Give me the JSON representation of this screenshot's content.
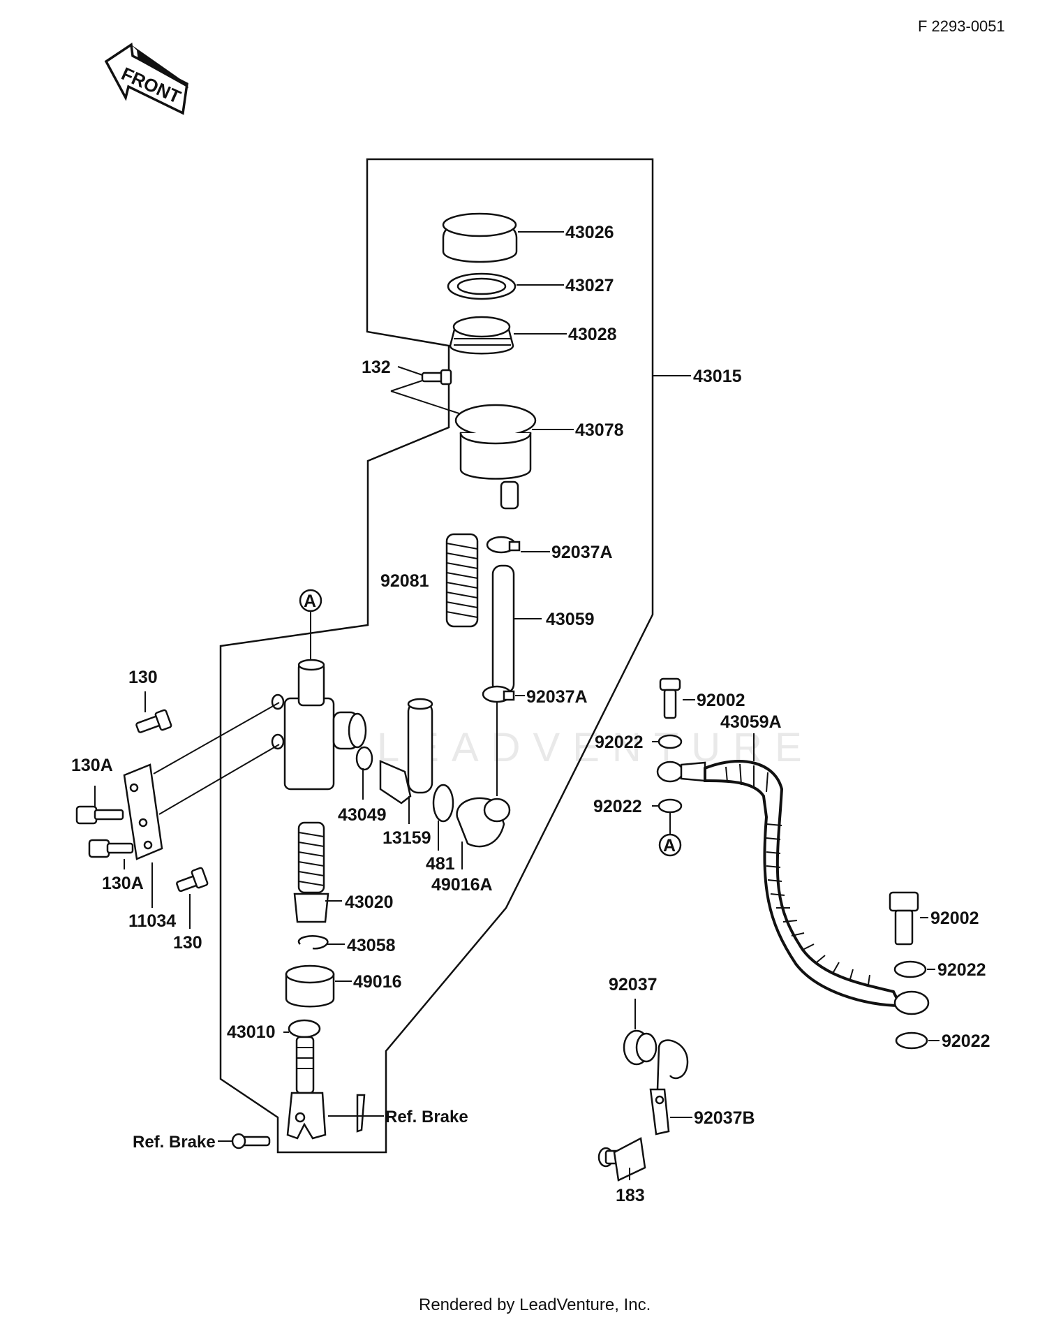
{
  "diagram_code": "F 2293-0051",
  "front_arrow_label": "FRONT",
  "watermark": "LEADVENTURE",
  "footer": "Rendered by LeadVenture, Inc.",
  "callout_marker": "A",
  "assembly_label": "43015",
  "labels": {
    "p43026": "43026",
    "p43027": "43027",
    "p43028": "43028",
    "p132": "132",
    "p43078": "43078",
    "p92081": "92081",
    "p92037a_top": "92037A",
    "p43059": "43059",
    "p92037a_bottom": "92037A",
    "p130_top": "130",
    "p130a_top": "130A",
    "p130a_bottom": "130A",
    "p11034": "11034",
    "p130_bottom": "130",
    "p43049": "43049",
    "p13159": "13159",
    "p481": "481",
    "p49016a": "49016A",
    "p43020": "43020",
    "p43058": "43058",
    "p49016": "49016",
    "p43010": "43010",
    "ref_brake_left": "Ref. Brake",
    "ref_brake_right": "Ref. Brake",
    "p92002_top": "92002",
    "p43059a": "43059A",
    "p92022_1": "92022",
    "p92022_2": "92022",
    "p92002_bottom": "92002",
    "p92022_3": "92022",
    "p92022_4": "92022",
    "p92037": "92037",
    "p92037b": "92037B",
    "p183": "183"
  }
}
